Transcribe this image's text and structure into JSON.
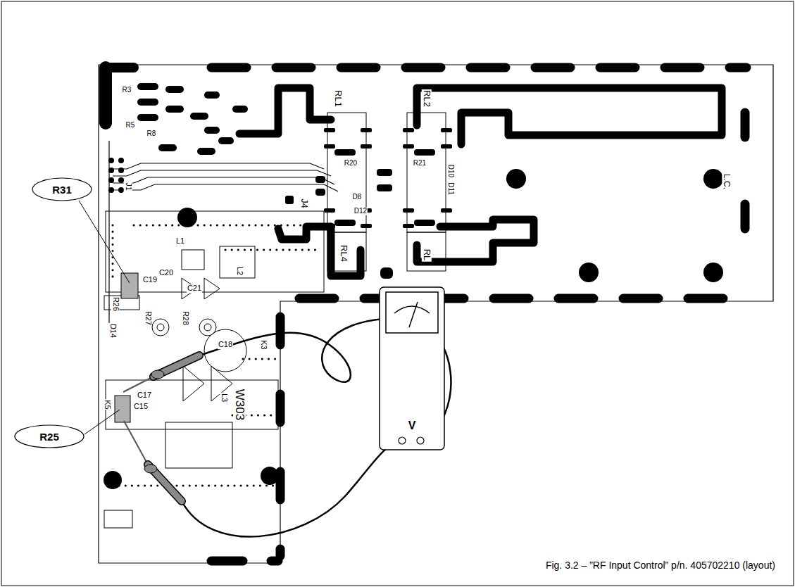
{
  "diagram": {
    "caption": "Fig. 3.2 – ”RF Input Control” p/n. 405702210 (layout)",
    "nodes": [
      {
        "text": [
          "R31"
        ]
      },
      {
        "text": [
          "R25"
        ]
      },
      {
        "text": [
          "V"
        ]
      }
    ],
    "labels": [
      "RL1",
      "RL2",
      "RL4",
      "RL",
      "L.C.",
      "J4",
      "J1",
      "L1",
      "L2",
      "L3",
      "W303",
      "K3",
      "K5",
      "C18",
      "C17",
      "C15",
      "C19",
      "C20",
      "C21",
      "R26",
      "R27",
      "R28",
      "D14",
      "R20",
      "R21",
      "D8",
      "D12",
      "D10",
      "D11",
      "R3",
      "R5",
      "R8"
    ]
  }
}
